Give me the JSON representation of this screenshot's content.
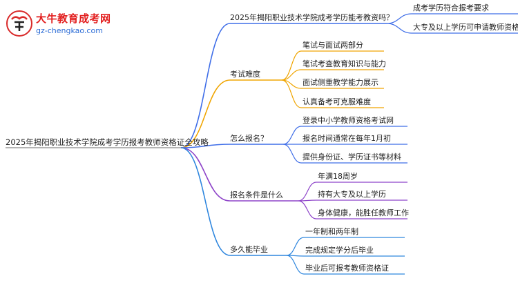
{
  "logo": {
    "title": "大牛教育成考网",
    "url": "gz-chengkao.com"
  },
  "colors": {
    "branch1": "#3f6ee8",
    "branch2": "#f0a500",
    "branch3": "#3f6ee8",
    "branch4": "#8e44c9",
    "branch5": "#2e86de",
    "root_line": "#888888"
  },
  "mindmap": {
    "root": "2025年揭阳职业技术学院成考学历报考教师资格证全攻略",
    "branches": [
      {
        "label": "2025年揭阳职业技术学院成考学历能考教资吗？",
        "children": [
          "成考学历符合报考要求",
          "大专及以上学历可申请教师资格证"
        ]
      },
      {
        "label": "考试难度",
        "children": [
          "笔试与面试两部分",
          "笔试考查教育知识与能力",
          "面试侧重教学能力展示",
          "认真备考可克服难度"
        ]
      },
      {
        "label": "怎么报名？",
        "children": [
          "登录中小学教师资格考试网",
          "报名时间通常在每年1月初",
          "提供身份证、学历证书等材料"
        ]
      },
      {
        "label": "报名条件是什么",
        "children": [
          "年满18周岁",
          "持有大专及以上学历",
          "身体健康，能胜任教师工作"
        ]
      },
      {
        "label": "多久能毕业",
        "children": [
          "一年制和两年制",
          "完成规定学分后毕业",
          "毕业后可报考教师资格证"
        ]
      }
    ]
  }
}
